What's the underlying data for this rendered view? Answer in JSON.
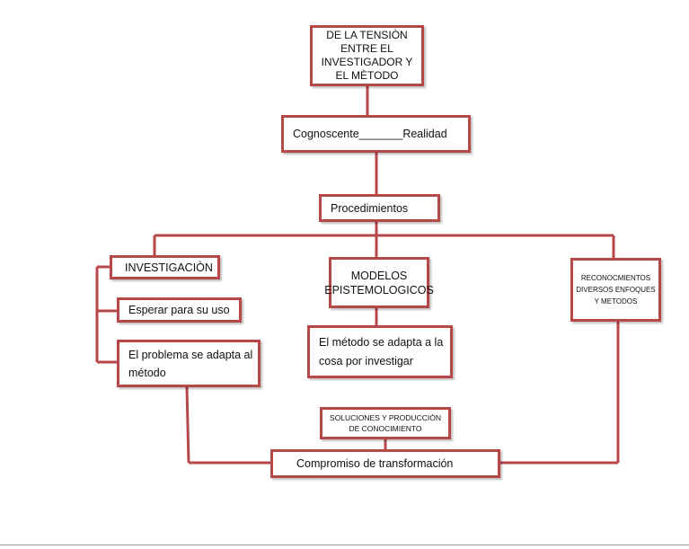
{
  "diagram": {
    "accent_color": "#b8474a",
    "nodes": {
      "title": "DE LA TENSIÒN ENTRE EL INVESTIGADOR Y EL MÈTODO",
      "cognoscente": "Cognoscente_______Realidad",
      "procedimientos": "Procedimientos",
      "investigacion": "INVESTIGACIÒN",
      "esperar": "Esperar para su uso",
      "problema": "El problema se adapta al método",
      "modelos": "MODELOS EPISTEMOLOGICOS",
      "metodo_cosa": "El método se adapta a la cosa por investigar",
      "reconocimientos": "RECONOCMIENTOS DIVERSOS ENFOQUES Y METODOS",
      "soluciones": "SOLUCIONES Y PRODUCCIÒN DE CONOCIMIENTO",
      "compromiso": "Compromiso de transformación"
    }
  }
}
